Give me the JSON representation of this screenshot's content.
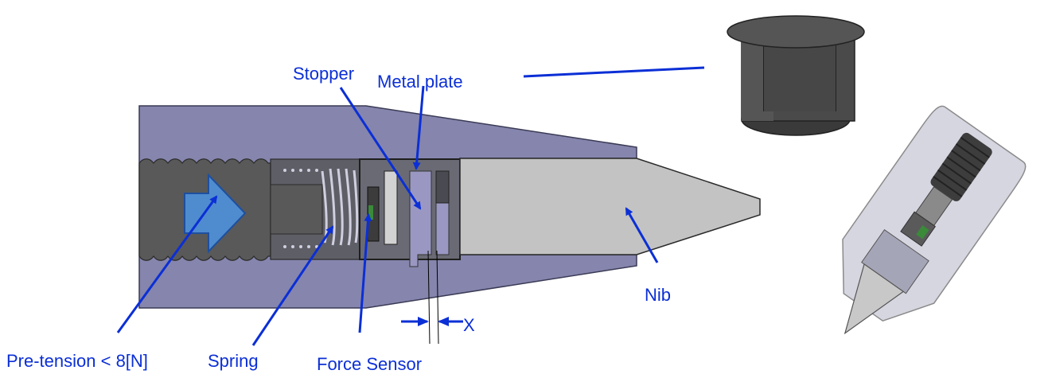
{
  "labels": {
    "stopper": "Stopper",
    "metal_plate": "Metal plate",
    "nib": "Nib",
    "pre_tension": "Pre-tension < 8[N]",
    "spring": "Spring",
    "force_sensor": "Force Sensor",
    "gap_x": "X"
  },
  "colors": {
    "annotation": "#0b2fd6",
    "housing": "#8585ad",
    "shaft": "#595959",
    "nib": "#c3c3c3",
    "arrow_fill": "#4f8fd6",
    "stopper": "#9a98c2",
    "sensor_green": "#3a8a3a"
  },
  "icons": {
    "push_arrow": "push-arrow-icon"
  }
}
